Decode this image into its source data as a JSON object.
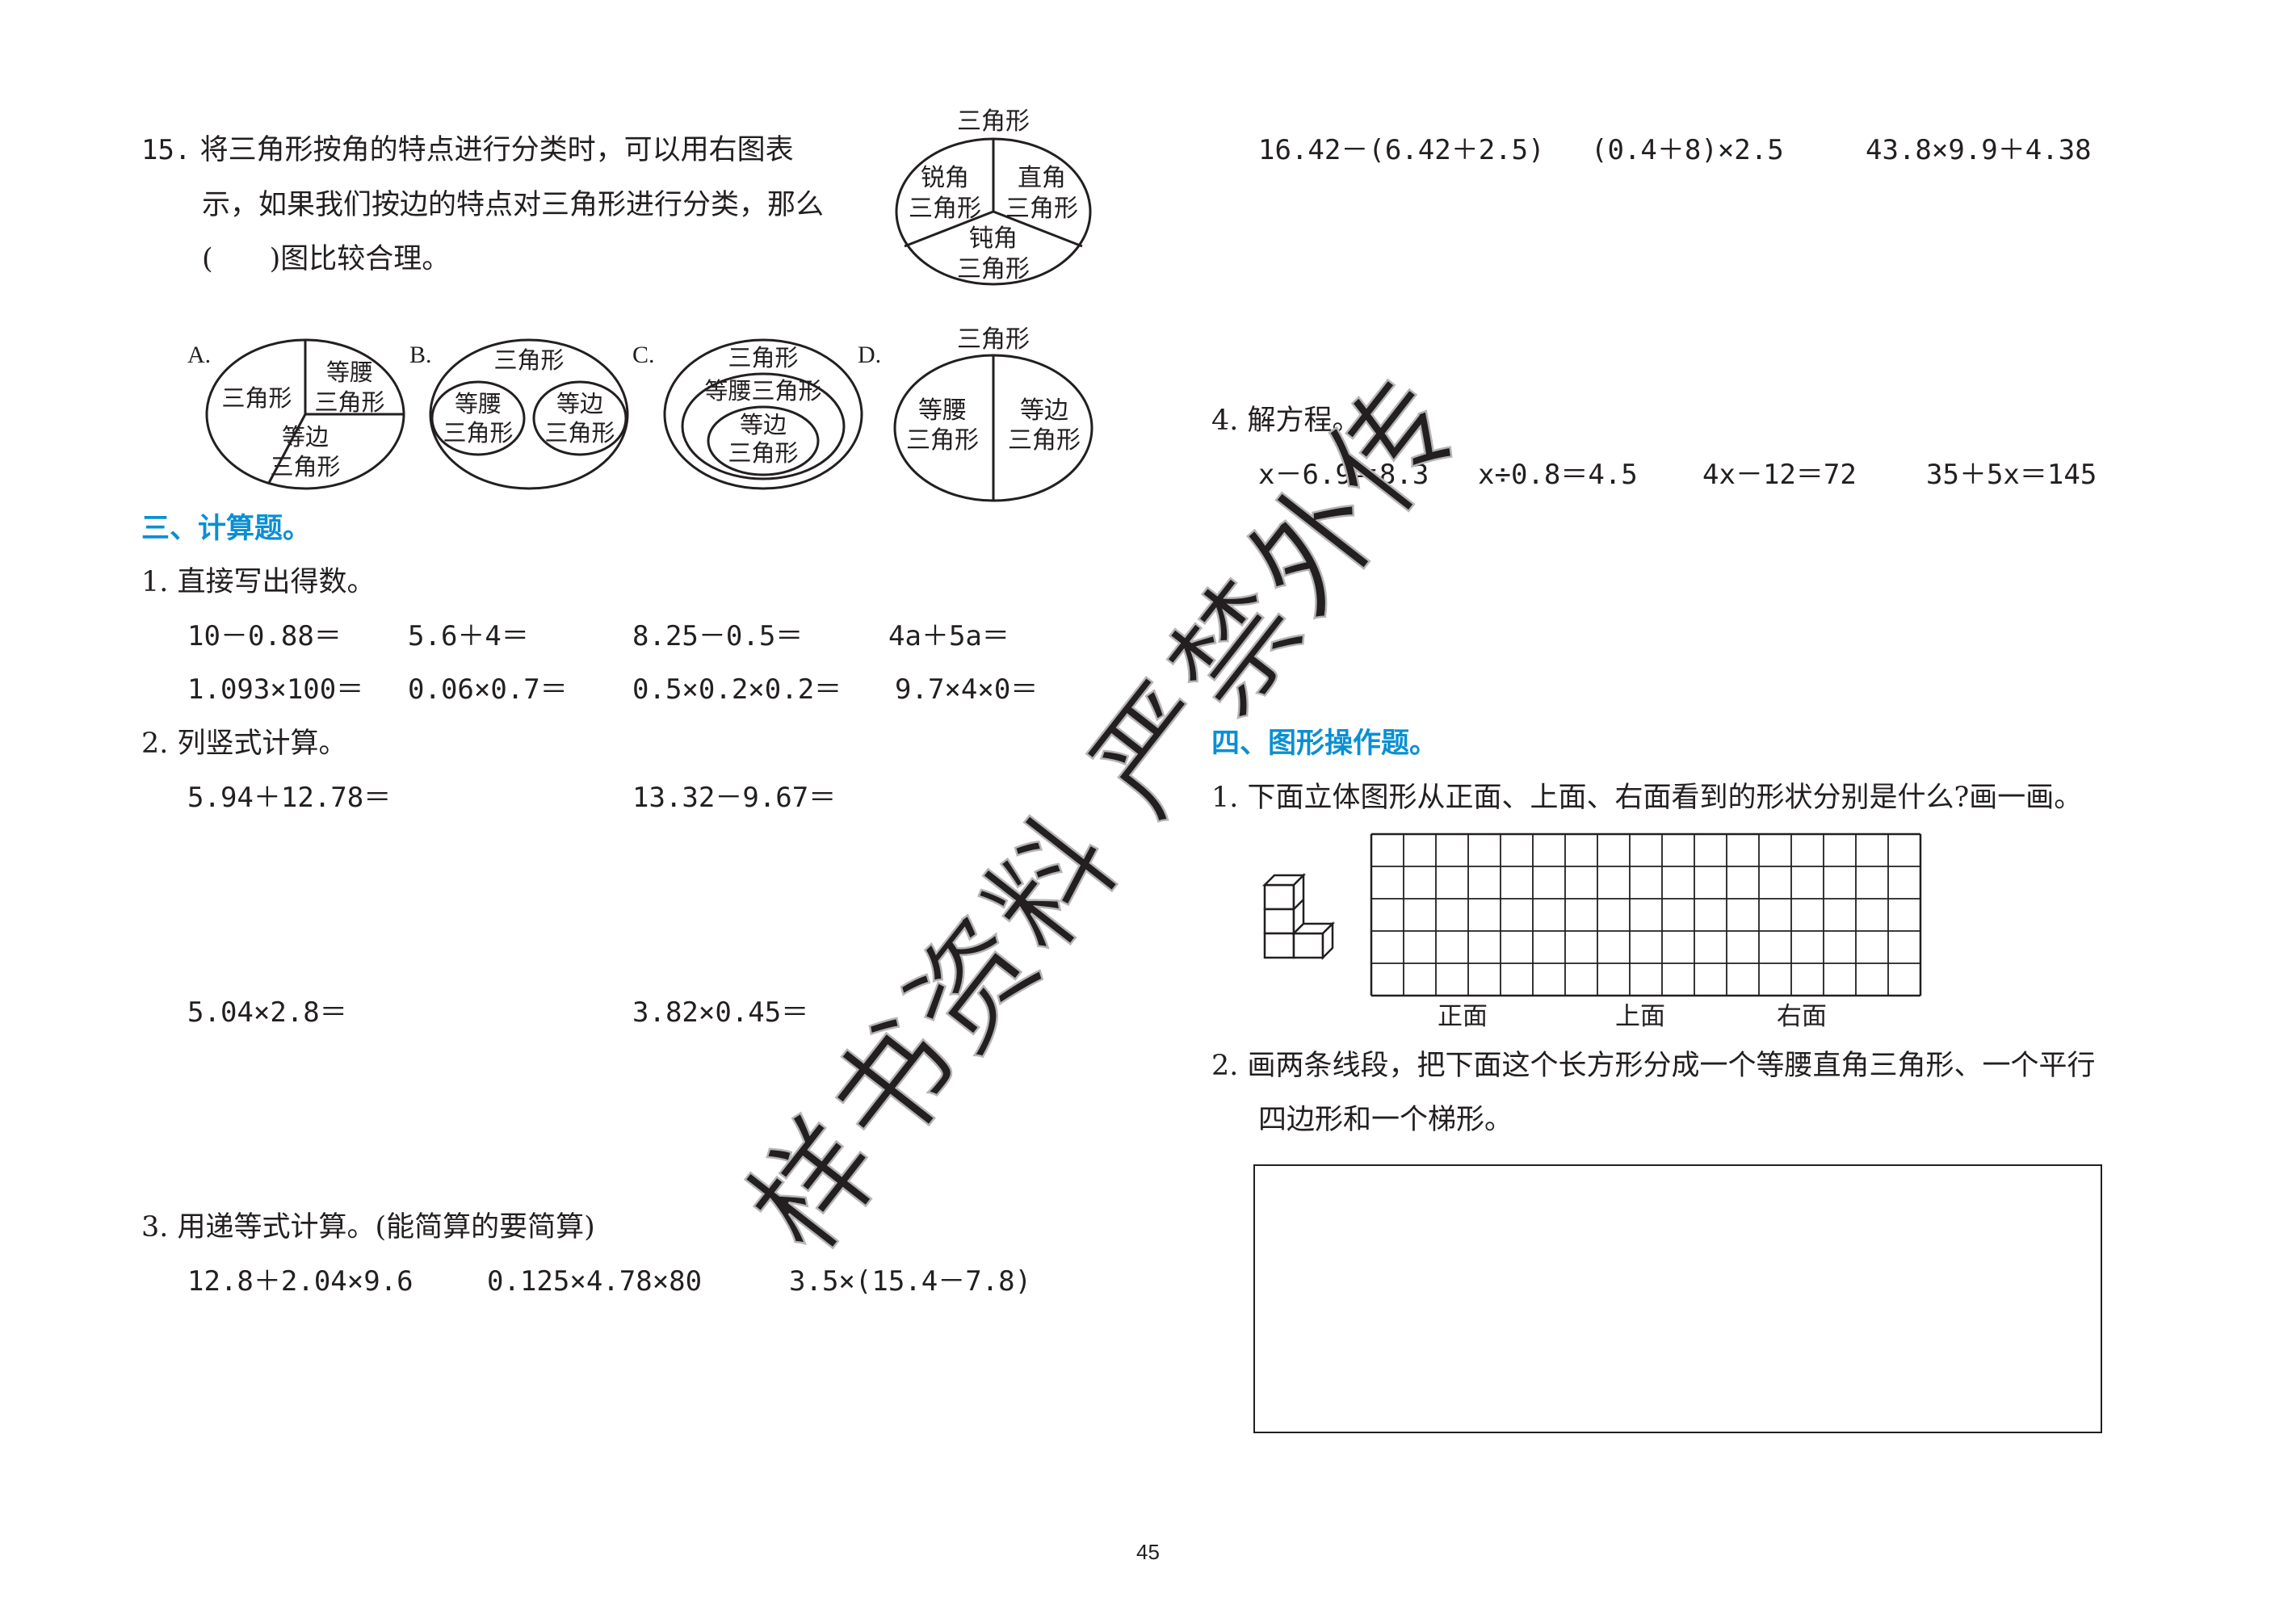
{
  "left": {
    "q15": {
      "num": "15.",
      "line1": "将三角形按角的特点进行分类时，可以用右图表",
      "line2": "示，如果我们按边的特点对三角形进行分类，那么",
      "line3": "(　　)图比较合理。",
      "ref_diagram": {
        "top": "三角形",
        "acute1": "锐角",
        "acute2": "三角形",
        "right1": "直角",
        "right2": "三角形",
        "obtuse1": "钝角",
        "obtuse2": "三角形"
      },
      "options": {
        "A": {
          "letter": "A.",
          "t1": "三角形",
          "i1": "等腰",
          "i2": "三角形",
          "e1": "等边",
          "e2": "三角形"
        },
        "B": {
          "letter": "B.",
          "t1": "三角形",
          "i1": "等腰",
          "i2": "三角形",
          "e1": "等边",
          "e2": "三角形"
        },
        "C": {
          "letter": "C.",
          "t1": "三角形",
          "i1": "等腰三角形",
          "e1": "等边",
          "e2": "三角形"
        },
        "D": {
          "letter": "D.",
          "t1": "三角形",
          "i1": "等腰",
          "i2": "三角形",
          "e1": "等边",
          "e2": "三角形"
        }
      }
    },
    "section3": "三、计算题。",
    "p1": {
      "title": "1.  直接写出得数。",
      "row1": [
        "10－0.88＝",
        "5.6＋4＝",
        "8.25－0.5＝",
        "4a＋5a＝"
      ],
      "row2": [
        "1.093×100＝",
        "0.06×0.7＝",
        "0.5×0.2×0.2＝",
        "9.7×4×0＝"
      ]
    },
    "p2": {
      "title": "2.  列竖式计算。",
      "row1": [
        "5.94＋12.78＝",
        "13.32－9.67＝"
      ],
      "row2": [
        "5.04×2.8＝",
        "3.82×0.45＝"
      ]
    },
    "p3": {
      "title": "3.  用递等式计算。(能简算的要简算)",
      "items": [
        "12.8＋2.04×9.6",
        "0.125×4.78×80",
        "3.5×(15.4－7.8)"
      ]
    }
  },
  "right": {
    "top_items": [
      "16.42－(6.42＋2.5)",
      "(0.4＋8)×2.5",
      "43.8×9.9＋4.38"
    ],
    "p4": {
      "title": "4.  解方程。",
      "eqs": [
        "x－6.9＝8.3",
        "x÷0.8＝4.5",
        "4x－12＝72",
        "35＋5x＝145"
      ]
    },
    "section4": "四、图形操作题。",
    "g1": {
      "title": "1.  下面立体图形从正面、上面、右面看到的形状分别是什么?画一画。",
      "labels": [
        "正面",
        "上面",
        "右面"
      ]
    },
    "g2": {
      "line1": "2.  画两条线段，把下面这个长方形分成一个等腰直角三角形、一个平行",
      "line2": "四边形和一个梯形。"
    }
  },
  "page_number": "45",
  "watermark": "样书资料 严禁外传"
}
